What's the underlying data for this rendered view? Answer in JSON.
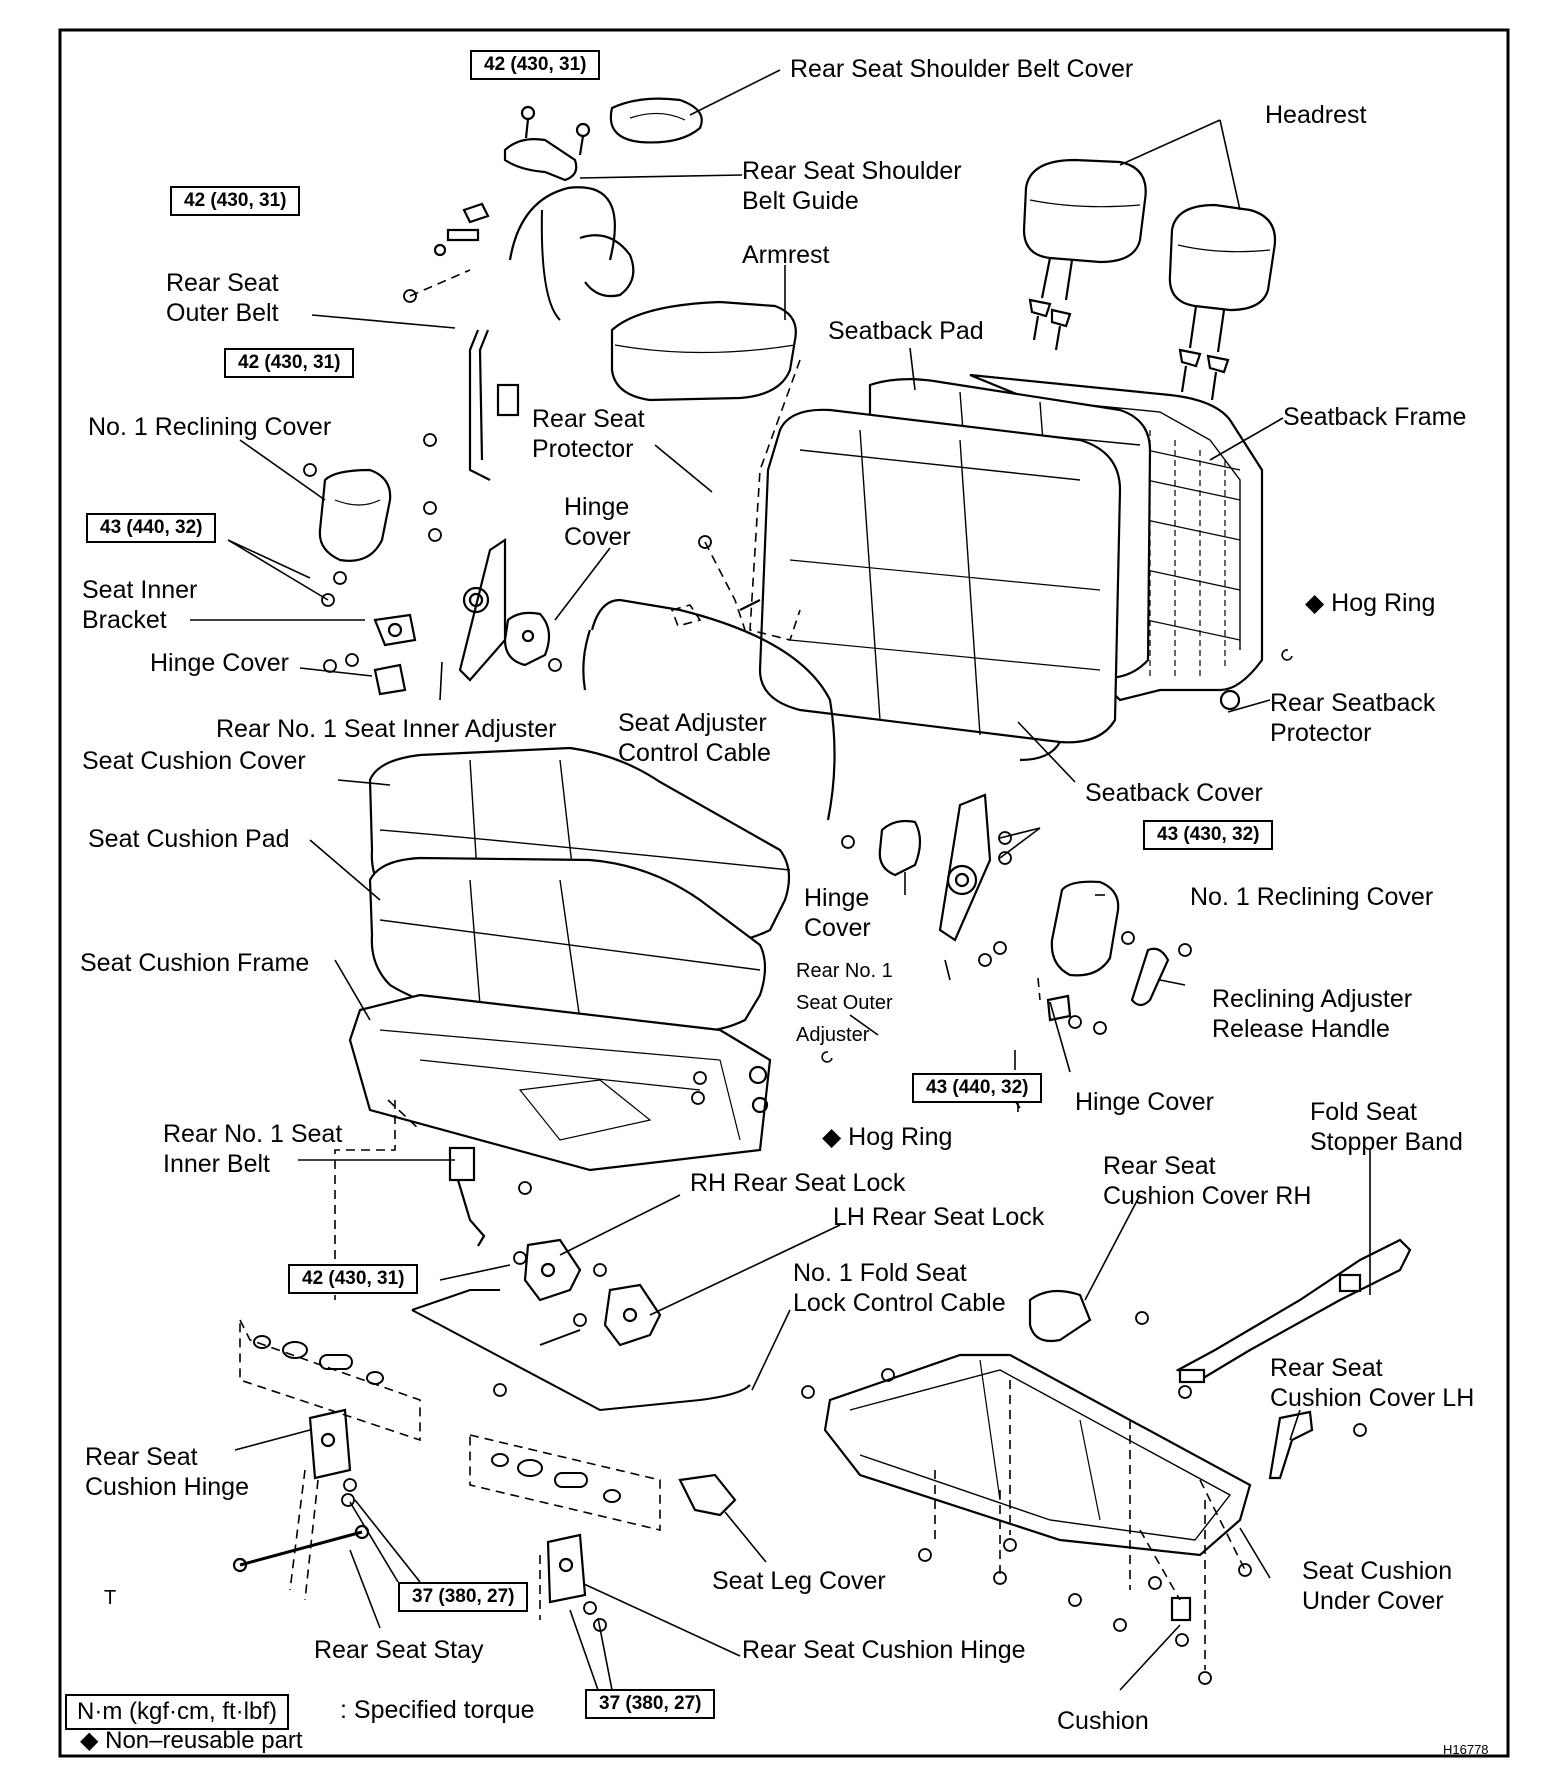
{
  "labels": {
    "shoulder_belt_cover": "Rear Seat Shoulder Belt Cover",
    "headrest": "Headrest",
    "shoulder_belt_guide": "Rear Seat Shoulder\nBelt Guide",
    "armrest": "Armrest",
    "outer_belt": "Rear Seat\nOuter Belt",
    "seatback_pad": "Seatback Pad",
    "seatback_frame": "Seatback Frame",
    "reclining_cover_left": "No. 1 Reclining Cover",
    "rear_seat_protector": "Rear Seat\nProtector",
    "hinge_cover_upper": "Hinge\nCover",
    "seat_inner_bracket": "Seat Inner\nBracket",
    "hog_ring_right": "◆ Hog Ring",
    "hinge_cover_left": "Hinge Cover",
    "rear_seatback_protector": "Rear Seatback\nProtector",
    "inner_adjuster": "Rear No. 1 Seat Inner Adjuster",
    "seat_adjuster_cable": "Seat Adjuster\nControl Cable",
    "seat_cushion_cover": "Seat Cushion Cover",
    "seatback_cover": "Seatback Cover",
    "seat_cushion_pad": "Seat Cushion Pad",
    "hinge_cover_mid": "Hinge\nCover",
    "reclining_cover_right": "No. 1 Reclining Cover",
    "seat_cushion_frame": "Seat Cushion Frame",
    "outer_adjuster": "Rear No. 1\nSeat Outer\nAdjuster",
    "reclining_handle": "Reclining Adjuster\nRelease Handle",
    "hinge_cover_right": "Hinge Cover",
    "fold_seat_band": "Fold Seat\nStopper Band",
    "inner_belt": "Rear No. 1 Seat\nInner Belt",
    "hog_ring_center": "◆ Hog Ring",
    "rh_seat_lock": "RH Rear Seat Lock",
    "cushion_cover_rh": "Rear Seat\nCushion Cover RH",
    "lh_seat_lock": "LH Rear Seat Lock",
    "fold_seat_cable": "No. 1 Fold Seat\nLock Control Cable",
    "cushion_cover_lh": "Rear Seat\nCushion Cover LH",
    "cushion_hinge_left": "Rear Seat\nCushion Hinge",
    "seat_leg_cover": "Seat Leg Cover",
    "seat_cushion_under_cover": "Seat Cushion\nUnder Cover",
    "t_mark": "T",
    "rear_seat_stay": "Rear Seat Stay",
    "cushion_hinge_right": "Rear Seat Cushion Hinge",
    "cushion": "Cushion"
  },
  "torques": {
    "t1": "42 (430, 31)",
    "t2": "42 (430, 31)",
    "t3": "42 (430, 31)",
    "t4": "43 (440, 32)",
    "t5": "43 (430, 32)",
    "t6": "43 (440, 32)",
    "t7": "42 (430, 31)",
    "t8": "37 (380, 27)",
    "t9": "37 (380, 27)"
  },
  "legend": {
    "unit_box": "N·m (kgf·cm, ft·lbf)",
    "unit_text": ": Specified torque",
    "non_reusable": "◆ Non–reusable part"
  },
  "figure_code": "H16778"
}
